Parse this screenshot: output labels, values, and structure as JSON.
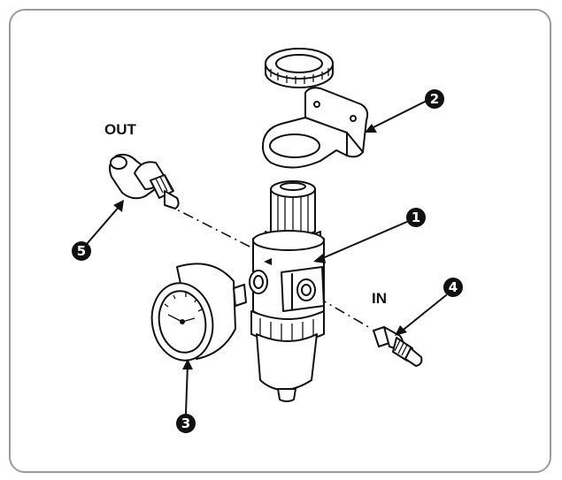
{
  "labels": {
    "out": "OUT",
    "in": "IN"
  },
  "callouts": [
    {
      "number": "1",
      "part": "filter-regulator"
    },
    {
      "number": "2",
      "part": "mounting-bracket"
    },
    {
      "number": "3",
      "part": "pressure-gauge"
    },
    {
      "number": "4",
      "part": "inlet-fitting"
    },
    {
      "number": "5",
      "part": "outlet-elbow-fitting"
    }
  ]
}
